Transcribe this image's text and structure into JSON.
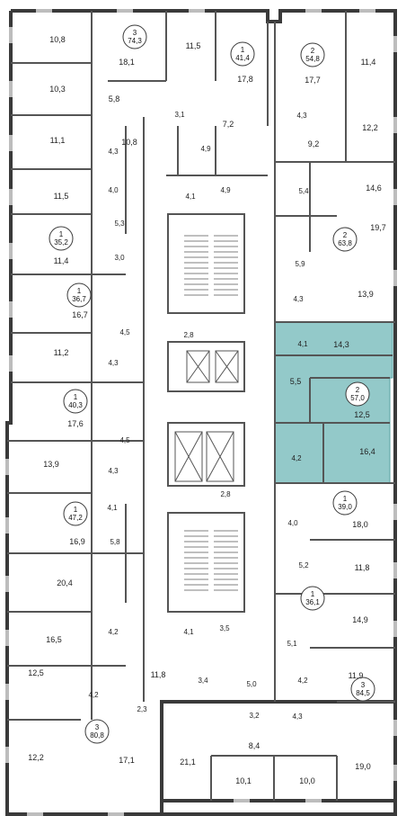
{
  "colors": {
    "wall": "#3a3a3a",
    "inner_wall": "#555555",
    "highlight_fill": "#93c9c9",
    "highlight_stroke": "#5aa3a3",
    "background": "#ffffff",
    "window": "#bdbdbd"
  },
  "apartments": [
    {
      "id": "a1",
      "rooms": "3",
      "area": "74,3"
    },
    {
      "id": "a2",
      "rooms": "1",
      "area": "41,4"
    },
    {
      "id": "a3",
      "rooms": "2",
      "area": "54,8"
    },
    {
      "id": "a4",
      "rooms": "1",
      "area": "35,2"
    },
    {
      "id": "a5",
      "rooms": "2",
      "area": "63,8"
    },
    {
      "id": "a6",
      "rooms": "1",
      "area": "36,7"
    },
    {
      "id": "a7",
      "rooms": "2",
      "area": "57,0",
      "highlighted": true
    },
    {
      "id": "a8",
      "rooms": "1",
      "area": "40,3"
    },
    {
      "id": "a9",
      "rooms": "1",
      "area": "47,2"
    },
    {
      "id": "a10",
      "rooms": "1",
      "area": "39,0"
    },
    {
      "id": "a11",
      "rooms": "1",
      "area": "36,1"
    },
    {
      "id": "a12",
      "rooms": "3",
      "area": "84,5"
    },
    {
      "id": "a13",
      "rooms": "3",
      "area": "80,8"
    }
  ],
  "room_areas": [
    "10,8",
    "18,1",
    "11,5",
    "17,8",
    "17,7",
    "11,4",
    "10,3",
    "5,8",
    "3,1",
    "7,2",
    "4,3",
    "12,2",
    "11,1",
    "10,8",
    "4,3",
    "4,9",
    "9,2",
    "4,0",
    "5,4",
    "14,6",
    "11,5",
    "4,1",
    "4,9",
    "5,3",
    "19,7",
    "11,4",
    "3,0",
    "5,9",
    "16,7",
    "4,3",
    "13,9",
    "4,5",
    "2,8",
    "4,1",
    "14,3",
    "11,2",
    "4,3",
    "5,5",
    "12,5",
    "17,6",
    "4,5",
    "13,9",
    "16,4",
    "4,3",
    "4,2",
    "4,1",
    "2,8",
    "16,9",
    "18,0",
    "4,0",
    "5,8",
    "5,2",
    "11,8",
    "20,4",
    "4,2",
    "14,9",
    "16,5",
    "4,1",
    "3,5",
    "5,1",
    "11,8",
    "3,4",
    "5,0",
    "4,2",
    "12,5",
    "4,2",
    "11,9",
    "2,3",
    "3,2",
    "4,3",
    "12,2",
    "8,4",
    "17,1",
    "21,1",
    "19,0",
    "10,1",
    "10,0"
  ]
}
